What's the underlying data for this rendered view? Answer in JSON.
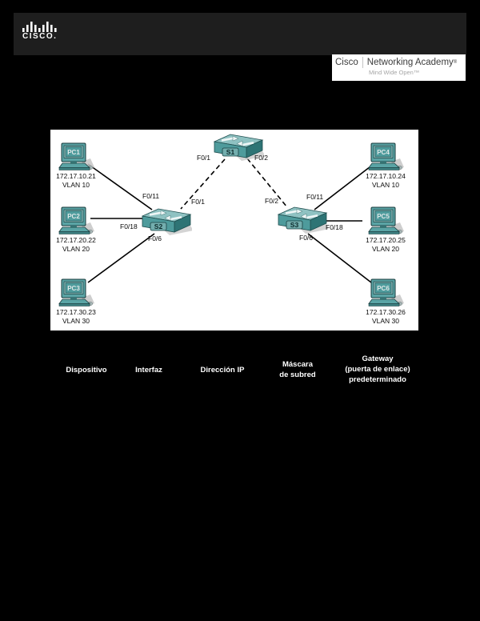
{
  "brand": {
    "cisco_wordmark": "CISCO.",
    "academy": {
      "cisco": "Cisco",
      "name": "Networking Academy",
      "reg_mark": "®",
      "tagline": "Mind Wide Open™"
    }
  },
  "colors": {
    "page_bg": "#000000",
    "banner_bg": "#1e1e1e",
    "diagram_bg": "#ffffff",
    "device_teal": "#4e9b9c",
    "device_teal_light": "#8fc2c2",
    "device_teal_dark": "#2e7475"
  },
  "diagram": {
    "switches": {
      "s1": {
        "label": "S1"
      },
      "s2": {
        "label": "S2"
      },
      "s3": {
        "label": "S3"
      }
    },
    "port_labels": {
      "s1_f01": "F0/1",
      "s1_f02": "F0/2",
      "s2_trunk": "F0/1",
      "s3_trunk": "F0/2",
      "s2_f011": "F0/11",
      "s2_f018": "F0/18",
      "s2_f06": "F0/6",
      "s3_f011": "F0/11",
      "s3_f018": "F0/18",
      "s3_f06": "F0/6"
    },
    "pcs": {
      "pc1": {
        "name": "PC1",
        "ip": "172.17.10.21",
        "vlan": "VLAN 10"
      },
      "pc2": {
        "name": "PC2",
        "ip": "172.17.20.22",
        "vlan": "VLAN 20"
      },
      "pc3": {
        "name": "PC3",
        "ip": "172.17.30.23",
        "vlan": "VLAN 30"
      },
      "pc4": {
        "name": "PC4",
        "ip": "172.17.10.24",
        "vlan": "VLAN 10"
      },
      "pc5": {
        "name": "PC5",
        "ip": "172.17.20.25",
        "vlan": "VLAN 20"
      },
      "pc6": {
        "name": "PC6",
        "ip": "172.17.30.26",
        "vlan": "VLAN 30"
      }
    }
  },
  "table": {
    "headers": {
      "device": "Dispositivo",
      "interface": "Interfaz",
      "ip": "Dirección IP",
      "mask": "Máscara\nde subred",
      "gateway": "Gateway\n(puerta de enlace)\npredeterminado"
    }
  }
}
